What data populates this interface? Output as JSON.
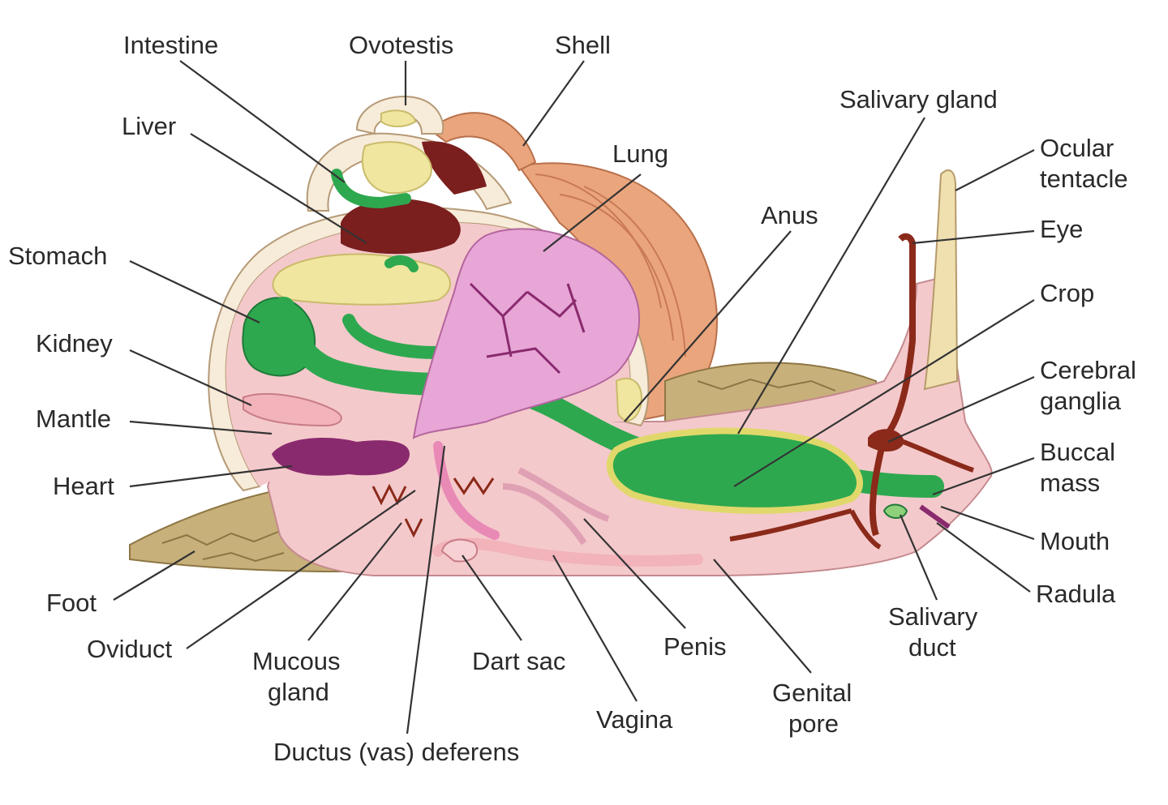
{
  "labels": {
    "intestine": "Intestine",
    "ovotestis": "Ovotestis",
    "shell": "Shell",
    "liver": "Liver",
    "lung": "Lung",
    "salivary_gland": "Salivary gland",
    "ocular_tentacle_1": "Ocular",
    "ocular_tentacle_2": "tentacle",
    "anus": "Anus",
    "eye": "Eye",
    "stomach": "Stomach",
    "crop": "Crop",
    "kidney": "Kidney",
    "cerebral_ganglia_1": "Cerebral",
    "cerebral_ganglia_2": "ganglia",
    "mantle": "Mantle",
    "buccal_mass_1": "Buccal",
    "buccal_mass_2": "mass",
    "heart": "Heart",
    "mouth": "Mouth",
    "radula": "Radula",
    "foot": "Foot",
    "salivary_duct_1": "Salivary",
    "salivary_duct_2": "duct",
    "oviduct": "Oviduct",
    "mucous_gland_1": "Mucous",
    "mucous_gland_2": "gland",
    "dart_sac": "Dart sac",
    "penis": "Penis",
    "genital_pore_1": "Genital",
    "genital_pore_2": "pore",
    "vagina": "Vagina",
    "ductus_deferens": "Ductus (vas) deferens"
  },
  "colors": {
    "body_pink": "#f4c9cb",
    "foot_tan": "#c8b07a",
    "shell_orange": "#eaa57d",
    "shell_rim": "#f7ebd9",
    "digestive_green": "#2ea84f",
    "liver_red": "#7a1e1e",
    "gland_yellow": "#f0e6a0",
    "lung_pink": "#e7a6d6",
    "heart_purple": "#8a2a6e",
    "nerve_brown": "#8b2a1a"
  }
}
